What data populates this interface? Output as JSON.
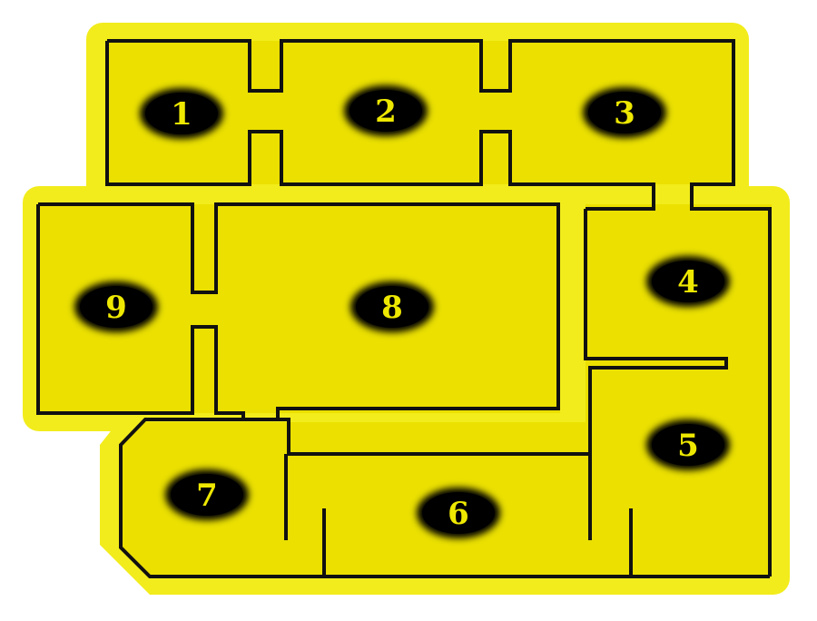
{
  "colors": {
    "glow": "#f2ec1c",
    "floor": "#ebe000",
    "wall": "#111111",
    "badge": "#000000",
    "label": "#eee800"
  },
  "rooms": [
    {
      "label": "1"
    },
    {
      "label": "2"
    },
    {
      "label": "3"
    },
    {
      "label": "4"
    },
    {
      "label": "5"
    },
    {
      "label": "6"
    },
    {
      "label": "7"
    },
    {
      "label": "8"
    },
    {
      "label": "9"
    }
  ]
}
